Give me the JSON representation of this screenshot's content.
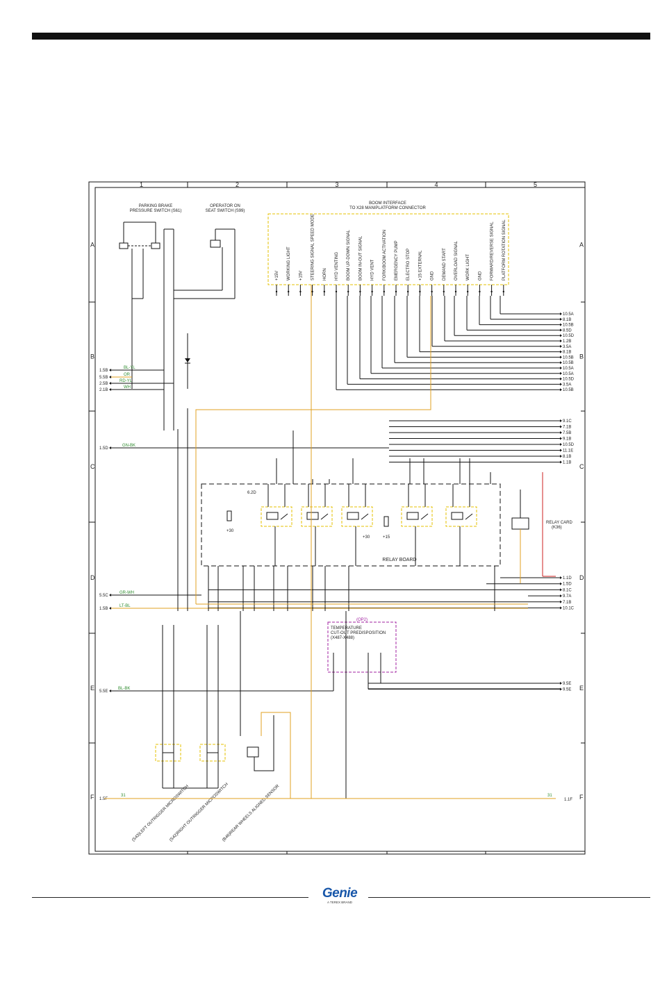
{
  "frame": {
    "columns": [
      "1",
      "2",
      "3",
      "4",
      "5"
    ],
    "rows": [
      "A",
      "B",
      "C",
      "D",
      "E",
      "F"
    ]
  },
  "headings": {
    "parking_brake": [
      "PARKING BRAKE",
      "PRESSURE SWITCH (S61)"
    ],
    "seat_switch": [
      "OPERATOR ON",
      "SEAT SWITCH (S99)"
    ],
    "boom_interface": [
      "BOOM INTERFACE",
      "TO X28 MANIPLATFORM CONNECTOR"
    ],
    "temperature": [
      "TEMPERATURE",
      "CUT-OUT PREDISPOSITION",
      "(X487-X488)"
    ],
    "opt_tag": "(OP2)",
    "relay_board": "RELAY BOARD",
    "relay_card": [
      "RELAY CARD",
      "(K36)"
    ],
    "bottom_labels": [
      "(S43)LEFT OUTRIGGER MICROSWITCH",
      "(S42)RIGHT OUTRIGGER MICROSWITCH",
      "(B46)REAR WHEELS ALIGNED SENSOR"
    ]
  },
  "boom_signals": [
    "+15V",
    "WORKING LIGHT",
    "+15V",
    "STEERING SIGNAL SPEED MODE",
    "HORN",
    "HYD VENTING",
    "BOOM UP-DOWN SIGNAL",
    "BOOM IN-OUT SIGNAL",
    "HYD VENT",
    "FORK/BOOM ACTIVATION",
    "EMERGENCY PUMP",
    "ELECTRO STOP",
    "+15 EXTERNAL",
    "GND",
    "DEMAND START",
    "OVERLOAD SIGNAL",
    "WORK LIGHT",
    "GND",
    "FORWARD/REVERSE SIGNAL",
    "PLATFORM ROTATION SIGNAL"
  ],
  "right_refs": {
    "block1": [
      "10.5A",
      "8.1B",
      "10.5B",
      "8.5D",
      "10.5D",
      "1.2B",
      "3.5A",
      "8.1B",
      "10.5B",
      "10.5B",
      "10.5A",
      "10.5A",
      "10.5D",
      "3.5A",
      "10.5B"
    ],
    "block2": [
      "9.1C",
      "7.1B",
      "7.5B",
      "9.1B",
      "10.5D",
      "11.1E",
      "8.1B",
      "1.1B"
    ],
    "block3": [
      "1.1D",
      "1.5D",
      "8.1C",
      "9.7A",
      "7.1B",
      "10.1C"
    ],
    "block4": [
      "9.5E",
      "9.5E"
    ],
    "ground": "1.1F"
  },
  "left_refs": [
    "1.5B",
    "5.5B",
    "2.5B",
    "2.1B",
    "1.5D",
    "5.5C",
    "1.5B",
    "5.5E",
    "1.5F"
  ],
  "wire_codes": [
    "BL-YL",
    "OR",
    "RD-YL",
    "WH",
    "GN-BK",
    "GR-WH",
    "LT-BL",
    "BL-BK",
    "31"
  ],
  "misc": {
    "relay_board_out": "6.2D",
    "plus30": "+30",
    "plus15": "+15"
  },
  "logo": {
    "brand": "Genie",
    "tagline": "A TEREX BRAND"
  },
  "colors": {
    "wire_black": "#111111",
    "wire_yellow": "#e0a020",
    "wire_red": "#cc2020",
    "label_green": "#2e8b2e",
    "box_yellow": "#e6c200",
    "box_purple": "#a020a0",
    "logo_blue": "#1756a9"
  }
}
